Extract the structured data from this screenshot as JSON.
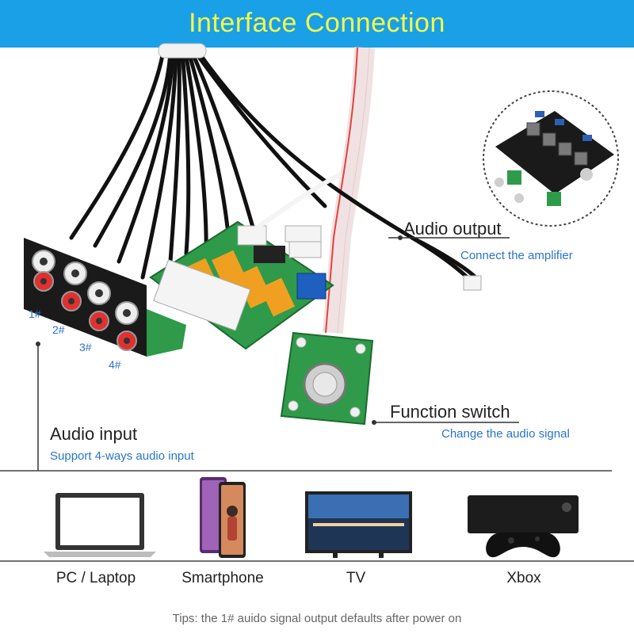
{
  "banner": {
    "title": "Interface  Connection",
    "bg": "#1aa0e6",
    "title_color": "#f5f84a"
  },
  "labels": {
    "audio_output": "Audio output",
    "connect_amplifier": "Connect the amplifier",
    "function_switch": "Function switch",
    "change_signal": "Change the audio signal",
    "audio_input": "Audio input",
    "support_ways": "Support 4-ways audio input"
  },
  "ports": [
    "1#",
    "2#",
    "3#",
    "4#"
  ],
  "devices": [
    {
      "label": "PC / Laptop",
      "icon": "laptop-icon"
    },
    {
      "label": "Smartphone",
      "icon": "smartphone-icon"
    },
    {
      "label": "TV",
      "icon": "tv-icon"
    },
    {
      "label": "Xbox",
      "icon": "xbox-icon"
    }
  ],
  "tips": "Tips:  the 1# auido signal output defaults after power on",
  "colors": {
    "accent_text": "#2a74c9",
    "pcb_green": "#2f9a4a",
    "relay_orange": "#f0a020",
    "terminal_blue": "#1f5fc0"
  }
}
